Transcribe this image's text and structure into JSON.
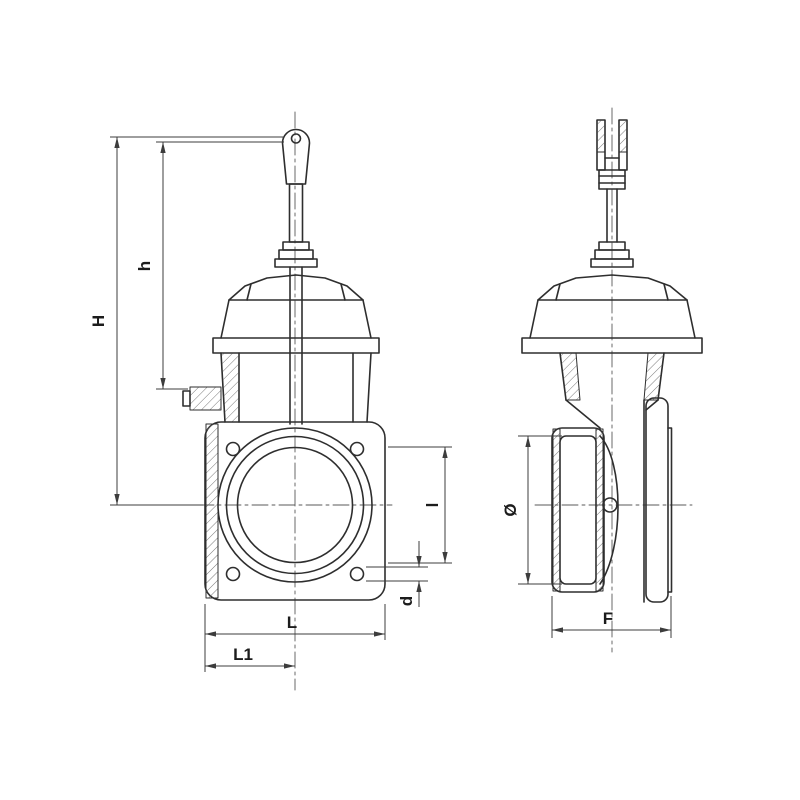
{
  "drawing": {
    "title": "gate-valve-two-view-dimension-drawing",
    "colors": {
      "line": "#2e2e2e",
      "dimension": "#3c3c3c",
      "background": "#ffffff"
    },
    "labels": {
      "H": "H",
      "h": "h",
      "l": "l",
      "d": "d",
      "L": "L",
      "L1": "L1",
      "diameter": "Ø",
      "F": "F"
    }
  }
}
